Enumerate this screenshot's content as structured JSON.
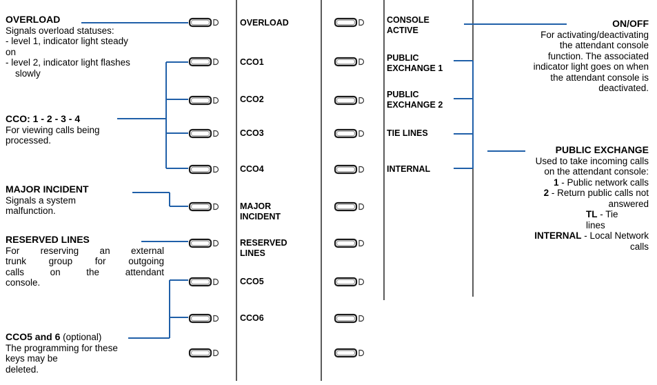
{
  "left": {
    "overload": {
      "title": "OVERLOAD",
      "lines": [
        "Signals overload statuses:",
        "- level 1, indicator light steady",
        "on",
        "- level 2, indicator light flashes",
        "slowly"
      ]
    },
    "cco": {
      "title": "CCO: 1 - 2 - 3 - 4",
      "lines": [
        "For viewing calls being",
        "processed."
      ]
    },
    "major": {
      "title": "MAJOR INCIDENT",
      "lines": [
        "Signals a system",
        "malfunction."
      ]
    },
    "reserved": {
      "title": "RESERVED LINES",
      "lines": [
        "For reserving an external",
        "trunk group for outgoing",
        "calls on the attendant",
        "console."
      ]
    },
    "cco56": {
      "title": "CCO5 and 6",
      "title_suffix": " (optional)",
      "lines": [
        "The programming for these",
        "keys may be",
        "deleted."
      ]
    }
  },
  "middle_keys": [
    "OVERLOAD",
    "CCO1",
    "CCO2",
    "CCO3",
    "CCO4",
    "MAJOR INCIDENT",
    "RESERVED LINES",
    "CCO5",
    "CCO6"
  ],
  "right_keys": [
    "CONSOLE ACTIVE",
    "PUBLIC EXCHANGE 1",
    "PUBLIC EXCHANGE 2",
    "TIE LINES",
    "INTERNAL"
  ],
  "right": {
    "onoff": {
      "title": "ON/OFF",
      "lines": [
        "For activating/deactivating",
        "the attendant console",
        "function. The associated",
        "indicator light goes on when",
        "the attendant console is",
        "deactivated."
      ]
    },
    "public": {
      "title": "PUBLIC EXCHANGE",
      "lines": [
        "Used to take incoming calls",
        "on the attendant console:"
      ],
      "items": [
        {
          "key": "1",
          "text": " - Public network calls"
        },
        {
          "key": "2",
          "text": " - Return public calls not"
        }
      ],
      "answered": "answered",
      "tl_key": "TL",
      "tl_text": " - Tie",
      "tl_cont": "lines",
      "internal_key": "INTERNAL",
      "internal_text": " - Local Network",
      "internal_cont": "calls"
    }
  }
}
